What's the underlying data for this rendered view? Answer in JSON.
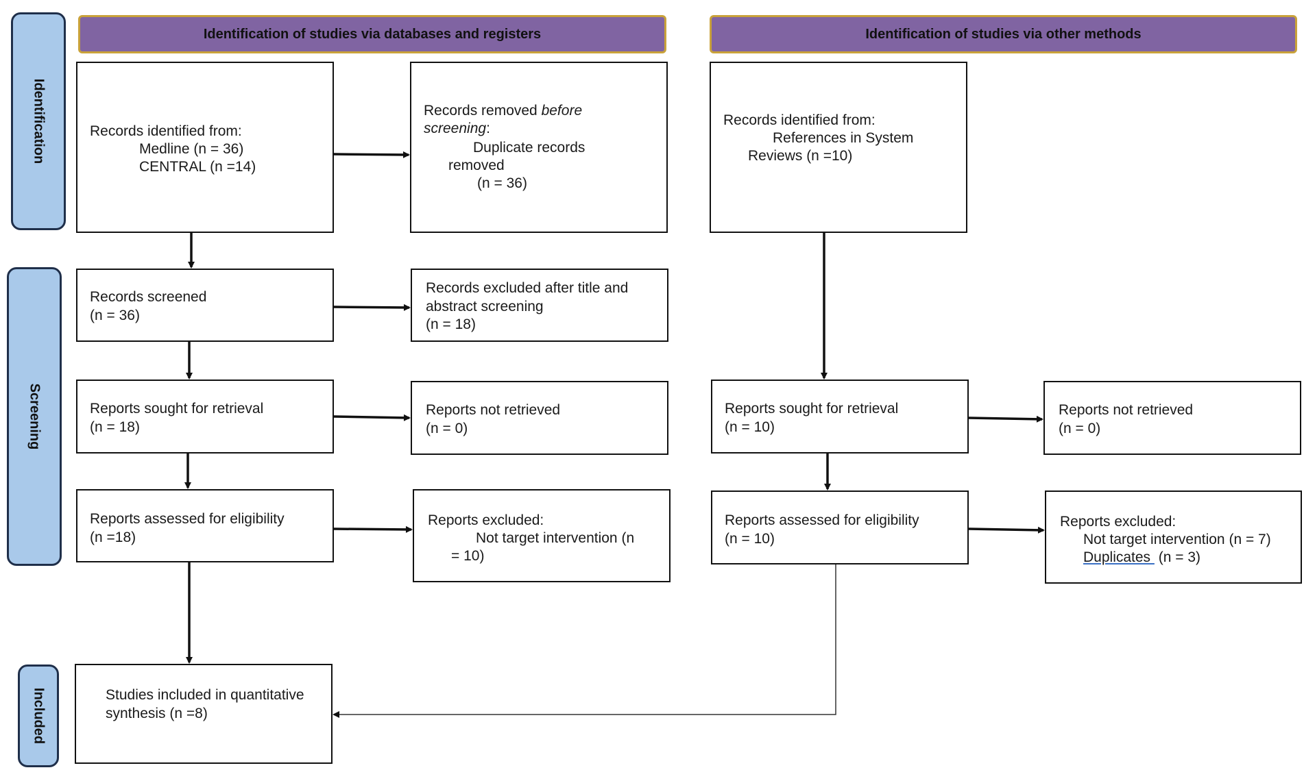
{
  "headers": {
    "databases": "Identification of studies via databases and registers",
    "other": "Identification of studies via other methods"
  },
  "stages": {
    "identification": "Identification",
    "screening": "Screening",
    "included": "Included"
  },
  "db": {
    "records_identified": {
      "l1": "Records identified from:",
      "l2": "Medline (n = 36)",
      "l3": "CENTRAL (n =14)"
    },
    "records_removed": {
      "l1a": "Records removed ",
      "l1b": "before",
      "l2a": "screening",
      "l2b": ":",
      "l3": "Duplicate records",
      "l4": "removed",
      "l5": "(n = 36)"
    },
    "records_screened": {
      "l1": "Records screened",
      "l2": "(n = 36)"
    },
    "records_excluded": {
      "l1": "Records excluded after title and",
      "l2": "abstract screening",
      "l3": "(n = 18)"
    },
    "sought": {
      "l1": "Reports sought for retrieval",
      "l2": "(n = 18)"
    },
    "not_retrieved": {
      "l1": "Reports not retrieved",
      "l2": "(n = 0)"
    },
    "assessed": {
      "l1": "Reports assessed for eligibility",
      "l2": "(n =18)"
    },
    "excluded": {
      "l1": "Reports excluded:",
      "l2": "Not target intervention (n",
      "l3": "= 10)"
    },
    "included": {
      "l1": "Studies included in quantitative",
      "l2": "synthesis (n =8)"
    }
  },
  "other": {
    "records_identified": {
      "l1": "Records identified from:",
      "l2": "References in System",
      "l3": "Reviews (n =10)"
    },
    "sought": {
      "l1": "Reports sought for retrieval",
      "l2": "(n = 10)"
    },
    "not_retrieved": {
      "l1": "Reports not retrieved",
      "l2": "(n = 0)"
    },
    "assessed": {
      "l1": "Reports assessed for eligibility",
      "l2": "(n = 10)"
    },
    "excluded": {
      "l1": "Reports excluded:",
      "l2": "Not target intervention (n = 7)",
      "l3a": "Duplicates ",
      "l3b": " (n = 3)"
    }
  },
  "colors": {
    "header_fill": "#8064a2",
    "header_border": "#c9a23a",
    "stage_fill": "#a9c9ea",
    "stage_border": "#1f2f4a"
  }
}
